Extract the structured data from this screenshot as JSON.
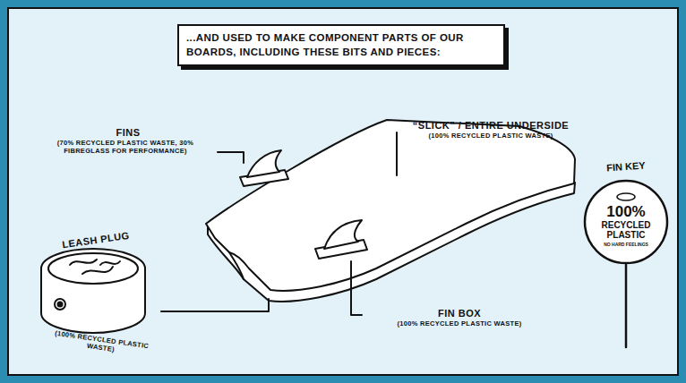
{
  "diagram": {
    "title": "...AND USED TO MAKE COMPONENT PARTS OF OUR BOARDS, INCLUDING THESE BITS AND PIECES:",
    "nodes": [
      {
        "text": [
          "FIN KEY",
          "100%",
          "RECYCLED PLASTIC",
          "NO HARD FEELINGS"
        ]
      }
    ],
    "labels": [
      "FINS",
      "(70% RECYCLED PLASTIC WASTE, 30% FIBREGLASS FOR PERFORMANCE)",
      "“SLICK” / ENTIRE UNDERSIDE",
      "(100% RECYCLED PLASTIC WASTE)",
      "LEASH PLUG",
      "(100% RECYCLED PLASTIC WASTE)",
      "FIN BOX",
      "(100% RECYCLED PLASTIC WASTE)"
    ]
  }
}
